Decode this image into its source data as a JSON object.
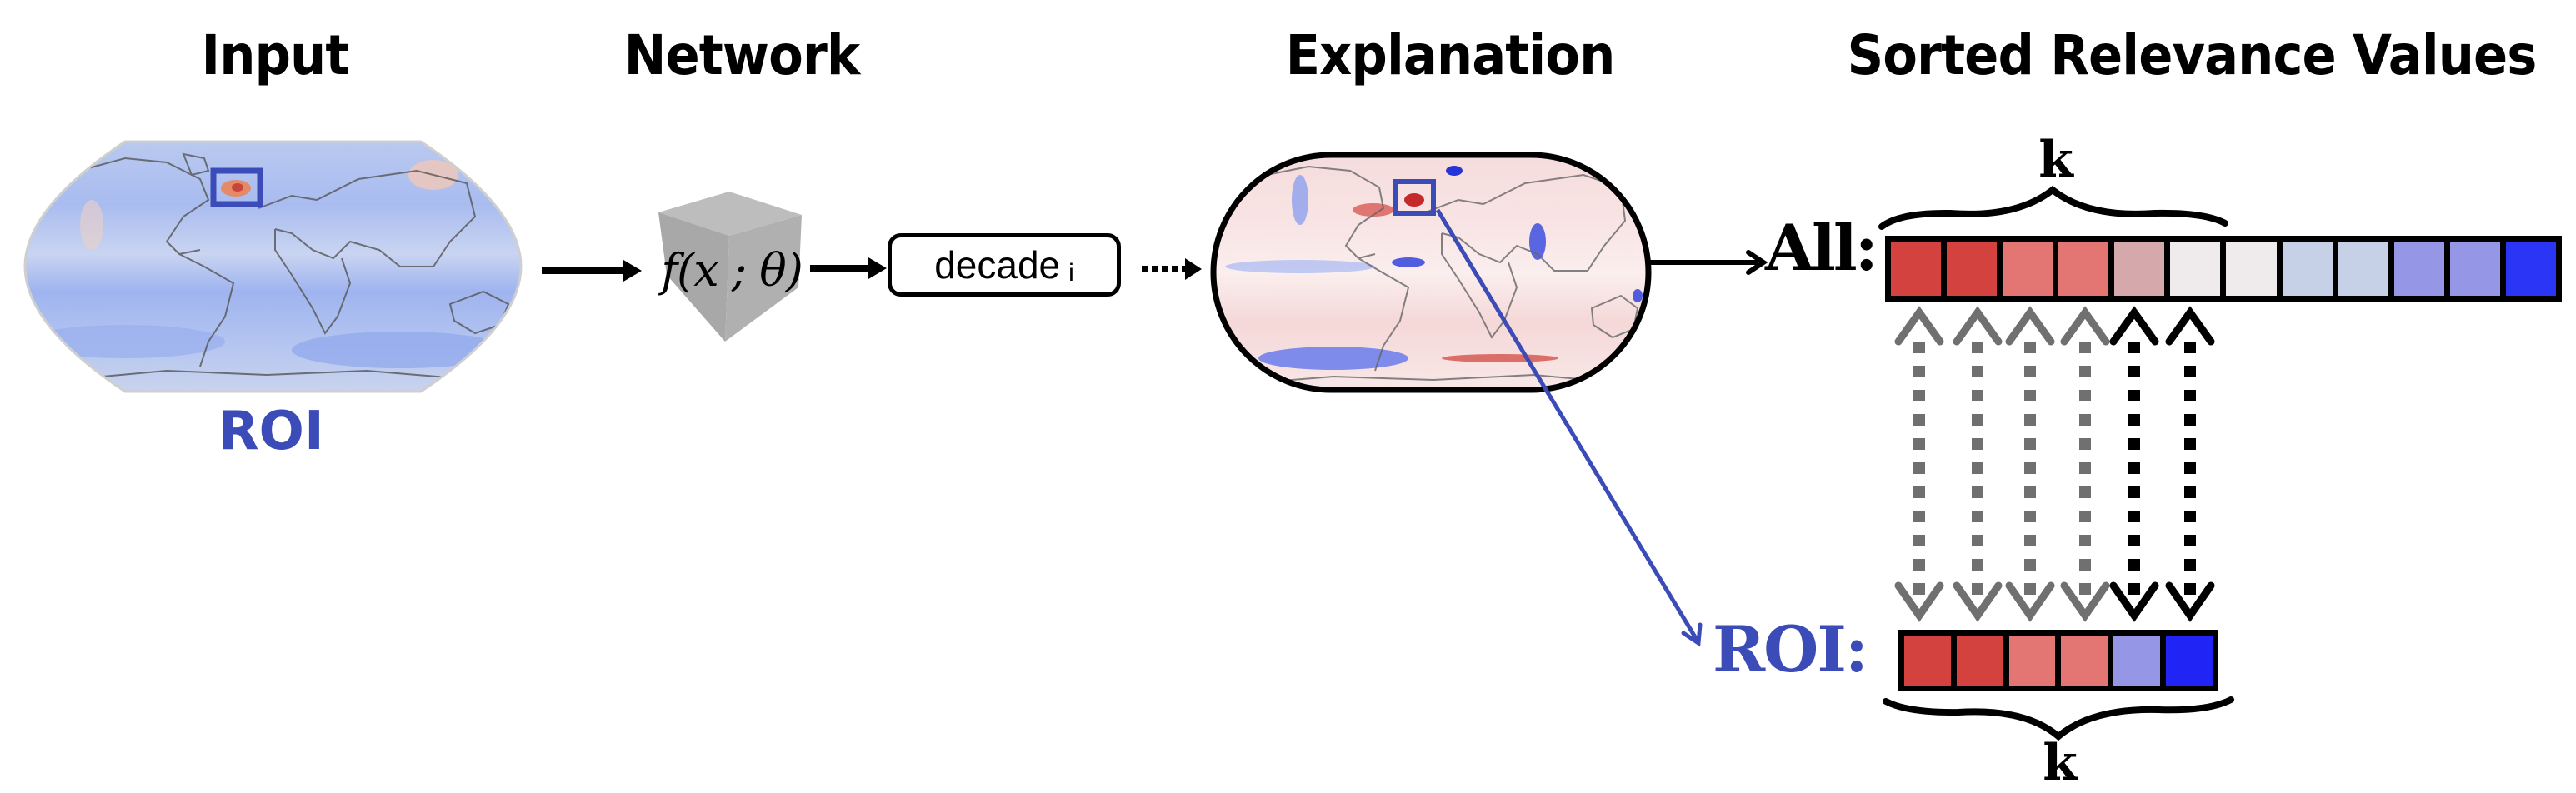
{
  "titles": {
    "input": "Input",
    "network": "Network",
    "explanation": "Explanation",
    "sorted": "Sorted Relevance Values"
  },
  "input_panel": {
    "roi_label": "ROI",
    "roi_box_color": "#3b4bb8",
    "map_description": "world map of input field, mostly blue with red anomaly inside ROI box over North Atlantic"
  },
  "network_panel": {
    "function_label": "f(x ; θ)",
    "output_label": "decade",
    "output_subscript": "i"
  },
  "explanation_panel": {
    "map_description": "world relevance heatmap, red/white/blue, with ROI box over North Atlantic"
  },
  "sorted_panel": {
    "all_label": "All:",
    "roi_label": "ROI:",
    "k_top": "k",
    "k_bottom": "k",
    "all_cells": [
      "#d44240",
      "#d44240",
      "#e37673",
      "#e37673",
      "#d5a8ab",
      "#efeaec",
      "#efeaec",
      "#c6d0e6",
      "#c6d0e6",
      "#9596e6",
      "#9596e6",
      "#2a35f5"
    ],
    "roi_cells": [
      "#d44240",
      "#d44240",
      "#e37673",
      "#e37673",
      "#9596e6",
      "#2025f5"
    ],
    "matching_arrows": [
      {
        "color": "#707070",
        "style": "dotted-double"
      },
      {
        "color": "#707070",
        "style": "dotted-double"
      },
      {
        "color": "#707070",
        "style": "dotted-double"
      },
      {
        "color": "#707070",
        "style": "dotted-double"
      },
      {
        "color": "#000000",
        "style": "dotted-double"
      },
      {
        "color": "#000000",
        "style": "dotted-double"
      }
    ]
  },
  "colors": {
    "roi_blue": "#3b4bb8",
    "arrow_gray": "#707070",
    "arrow_black": "#000000"
  }
}
